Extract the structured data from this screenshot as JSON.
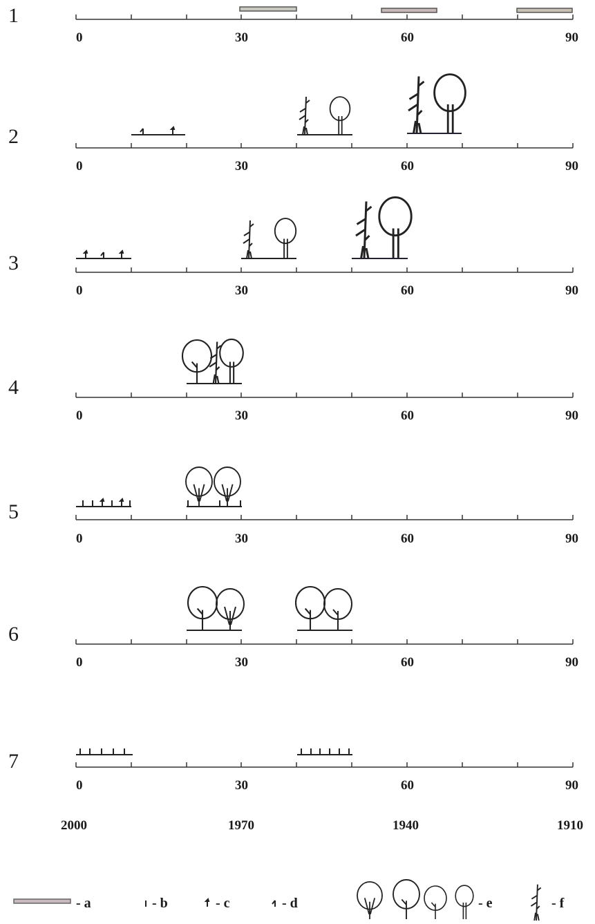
{
  "rows": [
    {
      "number": "1",
      "ticks": [
        "0",
        "30",
        "60",
        "90"
      ]
    },
    {
      "number": "2",
      "ticks": [
        "0",
        "30",
        "60",
        "90"
      ]
    },
    {
      "number": "3",
      "ticks": [
        "0",
        "30",
        "60",
        "90"
      ]
    },
    {
      "number": "4",
      "ticks": [
        "0",
        "30",
        "60",
        "90"
      ]
    },
    {
      "number": "5",
      "ticks": [
        "0",
        "30",
        "60",
        "90"
      ]
    },
    {
      "number": "6",
      "ticks": [
        "0",
        "30",
        "60",
        "90"
      ]
    },
    {
      "number": "7",
      "ticks": [
        "0",
        "30",
        "60",
        "90"
      ]
    }
  ],
  "years": [
    "2000",
    "1970",
    "1940",
    "1910"
  ],
  "legend": [
    "- a",
    "- b",
    "- c",
    "- d",
    "- e",
    "- f"
  ]
}
